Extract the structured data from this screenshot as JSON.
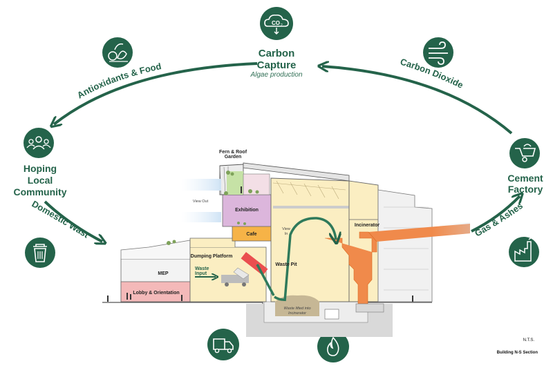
{
  "colors": {
    "green": "#24634a",
    "building_fill": "#fbeec2",
    "lobby_fill": "#f4b9b9",
    "exhibition_fill": "#dcb6dc",
    "cafe_fill": "#f6b347",
    "incinerator_orange": "#f08a4b",
    "garden_fill": "#c6e2a6"
  },
  "nodes": {
    "carbon_capture": {
      "title_line1": "Carbon",
      "title_line2": "Capture",
      "subtitle": "Algae production",
      "icon": "co2-cloud-icon"
    },
    "community": {
      "line1": "Hoping",
      "line2": "Local",
      "line3": "Community",
      "icon": "people-icon"
    },
    "cement": {
      "line1": "Cement",
      "line2": "Factory",
      "icon": "wheelbarrow-icon"
    }
  },
  "flows": {
    "antioxidants": "Antioxidants & Food",
    "co2": "Carbon Dioxide",
    "domestic": "Domestic Waste",
    "gas": "Gas & Ashes"
  },
  "icons": {
    "food": "food-icon",
    "wind": "wind-icon",
    "trash": "trash-bin-icon",
    "factory": "factory-icon",
    "truck": "truck-icon",
    "fire": "fire-icon"
  },
  "section": {
    "fern_garden_line1": "Fern & Roof",
    "fern_garden_line2": "Garden",
    "exhibition": "Exhibition",
    "cafe": "Cafe",
    "mep": "MEP",
    "lobby": "Lobby & Orientation",
    "dumping": "Dumping Platform",
    "waste_input_line1": "Waste",
    "waste_input_line2": "Input",
    "waste_pit": "Waste Pit",
    "incinerator": "Incinerator",
    "view_out": "View Out",
    "view_in_line1": "View",
    "view_in_line2": "In",
    "waste_lifted_line1": "Waste lifted into",
    "waste_lifted_line2": "Incinerator"
  },
  "footer": {
    "nts": "N.T.S.",
    "caption": "Building N-S Section"
  }
}
